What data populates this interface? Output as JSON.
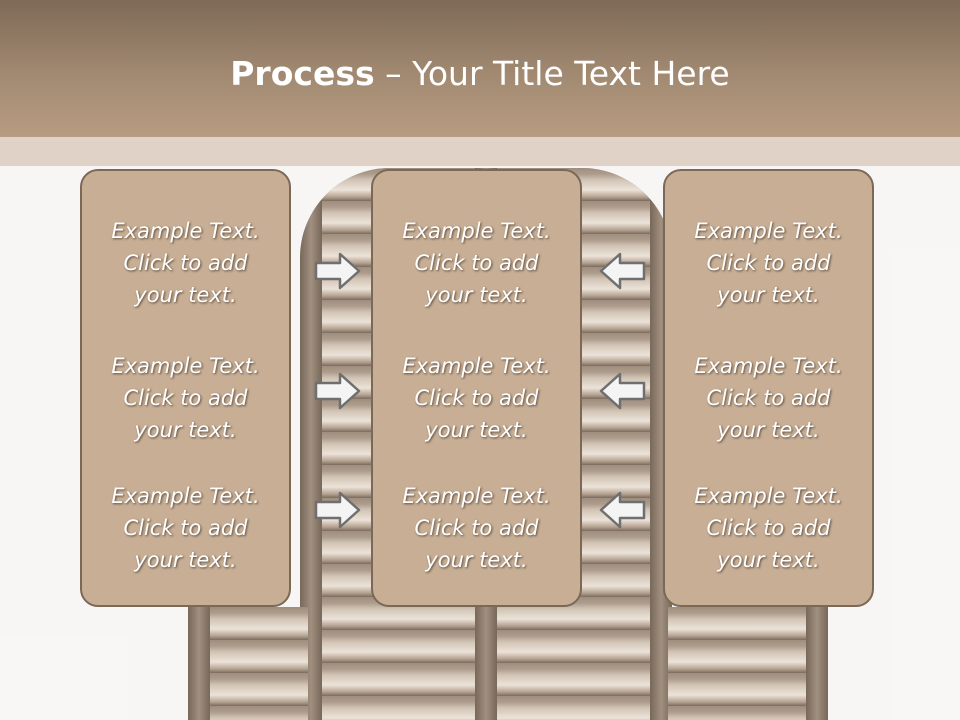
{
  "title": {
    "bold": "Process",
    "rest": " – Your Title Text Here"
  },
  "columns": [
    {
      "items": [
        "Example Text.\nClick  to add\nyour text.",
        "Example Text.\nClick  to add\nyour text.",
        "Example Text.\nClick  to add\nyour text."
      ]
    },
    {
      "items": [
        "Example Text.\nClick  to add\nyour text.",
        "Example Text.\nClick  to add\nyour text.",
        "Example Text.\nClick  to add\nyour text."
      ]
    },
    {
      "items": [
        "Example Text.\nClick  to add\nyour text.",
        "Example Text.\nClick  to add\nyour text.",
        "Example Text.\nClick  to add\nyour text."
      ]
    }
  ],
  "icons": {
    "left_arrows": "right-arrow-icon",
    "right_arrows": "left-arrow-icon"
  },
  "colors": {
    "header": "#a28a72",
    "box_fill": "#c7ae94",
    "box_border": "#7b6856"
  }
}
